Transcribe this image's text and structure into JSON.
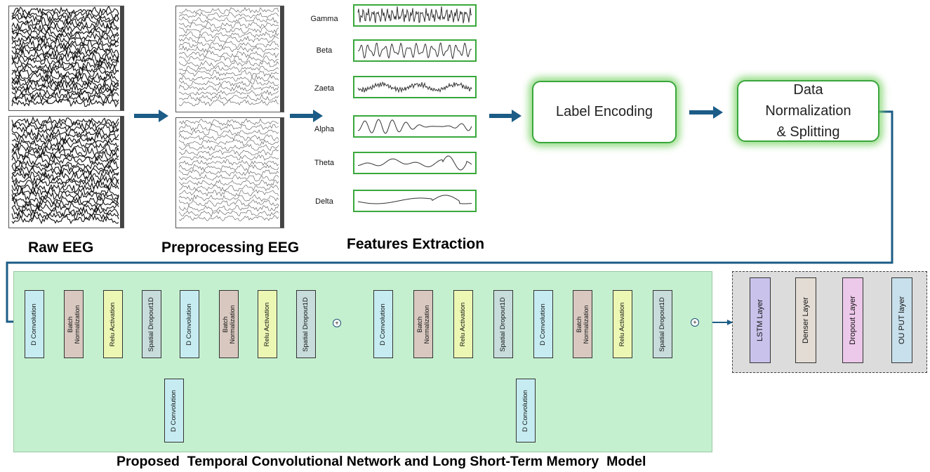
{
  "stages": {
    "raw_eeg": "Raw EEG",
    "preprocessing_eeg": "Preprocessing EEG",
    "features_extraction": "Features Extraction",
    "label_encoding": "Label Encoding",
    "data_normalization_line1": "Data",
    "data_normalization_line2": "Normalization",
    "data_normalization_line3": "& Splitting"
  },
  "bands": [
    "Gamma",
    "Beta",
    "Zaeta",
    "Alpha",
    "Theta",
    "Delta"
  ],
  "tcn_blocks": {
    "conv": "D Convolution",
    "bn_line1": "Batch",
    "bn_line2": "Normalization",
    "relu": "Relu Activation",
    "dropout": "Spatial Dropout1D",
    "sum": "+"
  },
  "lstm_blocks": [
    "LSTM Layer",
    "Denser Layer",
    "Dropout Layer",
    "OU PUT layer"
  ],
  "model_caption": "Proposed  Temporal Convolutional Network and Long Short-Term Memory  Model",
  "colors": {
    "arrow": "#1c5c86",
    "green_border": "#3aa63c",
    "tcn_panel": "#c5f0cf",
    "lstm_panel": "#dcdcdc"
  }
}
